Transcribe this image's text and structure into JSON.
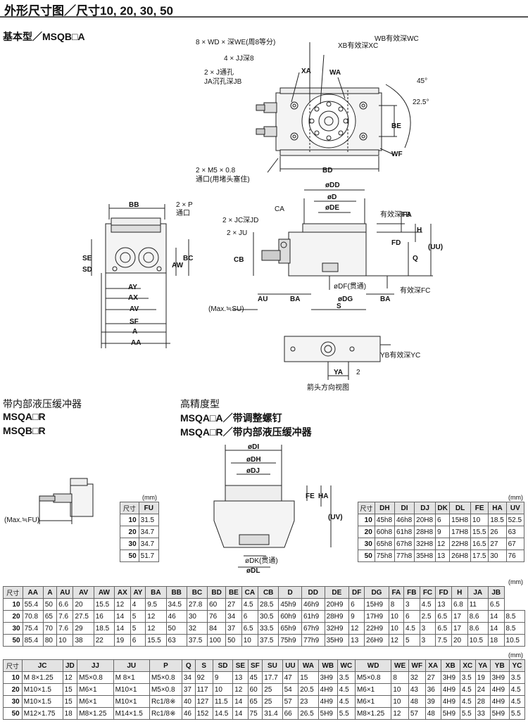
{
  "header": {
    "title": "外形尺寸图／尺寸10, 20, 30, 50"
  },
  "sections": {
    "basic": "基本型／MSQB□A",
    "buffer_title": "带内部液压缓冲器",
    "buffer_a": "MSQA□R",
    "buffer_b": "MSQB□R",
    "precision_title": "高精度型",
    "precision_a": "MSQA□A／带调整螺钉",
    "precision_b": "MSQA□R／带内部液压缓冲器"
  },
  "labels": {
    "wd": "8 × WD × 深WE(周8等分)",
    "jj": "4 × JJ深8",
    "j": "2 × J通孔",
    "ja": "JA沉孔深JB",
    "xa": "XA",
    "wa": "WA",
    "xb": "XB有效深XC",
    "wb": "WB有效深WC",
    "deg45": "45°",
    "deg225": "22.5°",
    "be": "BE",
    "wf": "WF",
    "bd": "BD",
    "m5": "2 × M5 × 0.8",
    "port": "通口(用堵头塞住)",
    "bb": "BB",
    "p2": "2 × P",
    "p_port": "通口",
    "sd": "SD",
    "se": "SE",
    "aw": "AW",
    "bc": "BC",
    "ay": "AY",
    "ax": "AX",
    "av": "AV",
    "sf": "SF",
    "a": "A",
    "aa": "AA",
    "dd": "øDD",
    "d": "øD",
    "de": "øDE",
    "fb": "有效深FB",
    "fa": "FA",
    "h": "H",
    "fd": "FD",
    "q": "Q",
    "uu": "(UU)",
    "fc": "有效深FC",
    "ca": "CA",
    "jc": "2 × JC深JD",
    "ju": "2 × JU",
    "cb": "CB",
    "au": "AU",
    "ba": "BA",
    "s": "S",
    "ba2": "BA",
    "df": "øDF(贯通)",
    "dg": "øDG",
    "max_su": "(Max.≒SU)",
    "ya": "YA",
    "two": "2",
    "yb": "YB有效深YC",
    "arrow_view": "箭头方向视图",
    "max_fu": "(Max.≒FU)",
    "di": "øDI",
    "dh": "øDH",
    "dj": "øDJ",
    "fe": "FE",
    "ha": "HA",
    "uv": "(UV)",
    "dk": "øDK(贯通)",
    "dl": "øDL"
  },
  "unit": "(mm)",
  "fu_table": {
    "headers": [
      "尺寸",
      "FU"
    ],
    "rows": [
      [
        "10",
        "31.5"
      ],
      [
        "20",
        "34.7"
      ],
      [
        "30",
        "34.7"
      ],
      [
        "50",
        "51.7"
      ]
    ]
  },
  "prec_table": {
    "headers": [
      "尺寸",
      "DH",
      "DI",
      "DJ",
      "DK",
      "DL",
      "FE",
      "HA",
      "UV"
    ],
    "rows": [
      [
        "10",
        "45h8",
        "46h8",
        "20H8",
        "6",
        "15H8",
        "10",
        "18.5",
        "52.5"
      ],
      [
        "20",
        "60h8",
        "61h8",
        "28H8",
        "9",
        "17H8",
        "15.5",
        "26",
        "63"
      ],
      [
        "30",
        "65h8",
        "67h8",
        "32H8",
        "12",
        "22H8",
        "16.5",
        "27",
        "67"
      ],
      [
        "50",
        "75h8",
        "77h8",
        "35H8",
        "13",
        "26H8",
        "17.5",
        "30",
        "76"
      ]
    ]
  },
  "main_table1": {
    "headers": [
      "尺寸",
      "AA",
      "A",
      "AU",
      "AV",
      "AW",
      "AX",
      "AY",
      "BA",
      "BB",
      "BC",
      "BD",
      "BE",
      "CA",
      "CB",
      "D",
      "DD",
      "DE",
      "DF",
      "DG",
      "FA",
      "FB",
      "FC",
      "FD",
      "H",
      "JA",
      "JB"
    ],
    "rows": [
      [
        "10",
        "55.4",
        "50",
        "6.6",
        "20",
        "15.5",
        "12",
        "4",
        "9.5",
        "34.5",
        "27.8",
        "60",
        "27",
        "4.5",
        "28.5",
        "45h9",
        "46h9",
        "20H9",
        "6",
        "15H9",
        "8",
        "3",
        "4.5",
        "13",
        "6.8",
        "11",
        "6.5"
      ],
      [
        "20",
        "70.8",
        "65",
        "7.6",
        "27.5",
        "16",
        "14",
        "5",
        "12",
        "46",
        "30",
        "76",
        "34",
        "6",
        "30.5",
        "60h9",
        "61h9",
        "28H9",
        "9",
        "17H9",
        "10",
        "6",
        "2.5",
        "6.5",
        "17",
        "8.6",
        "14",
        "8.5"
      ],
      [
        "30",
        "75.4",
        "70",
        "7.6",
        "29",
        "18.5",
        "14",
        "5",
        "12",
        "50",
        "32",
        "84",
        "37",
        "6.5",
        "33.5",
        "65h9",
        "67h9",
        "32H9",
        "12",
        "22H9",
        "10",
        "4.5",
        "3",
        "6.5",
        "17",
        "8.6",
        "14",
        "8.5"
      ],
      [
        "50",
        "85.4",
        "80",
        "10",
        "38",
        "22",
        "19",
        "6",
        "15.5",
        "63",
        "37.5",
        "100",
        "50",
        "10",
        "37.5",
        "75h9",
        "77h9",
        "35H9",
        "13",
        "26H9",
        "12",
        "5",
        "3",
        "7.5",
        "20",
        "10.5",
        "18",
        "10.5"
      ]
    ]
  },
  "main_table2": {
    "headers": [
      "尺寸",
      "JC",
      "JD",
      "JJ",
      "JU",
      "P",
      "Q",
      "S",
      "SD",
      "SE",
      "SF",
      "SU",
      "UU",
      "WA",
      "WB",
      "WC",
      "WD",
      "WE",
      "WF",
      "XA",
      "XB",
      "XC",
      "YA",
      "YB",
      "YC"
    ],
    "rows": [
      [
        "10",
        "M 8×1.25",
        "12",
        "M5×0.8",
        "M 8×1",
        "M5×0.8",
        "34",
        "92",
        "9",
        "13",
        "45",
        "17.7",
        "47",
        "15",
        "3H9",
        "3.5",
        "M5×0.8",
        "8",
        "32",
        "27",
        "3H9",
        "3.5",
        "19",
        "3H9",
        "3.5"
      ],
      [
        "20",
        "M10×1.5",
        "15",
        "M6×1",
        "M10×1",
        "M5×0.8",
        "37",
        "117",
        "10",
        "12",
        "60",
        "25",
        "54",
        "20.5",
        "4H9",
        "4.5",
        "M6×1",
        "10",
        "43",
        "36",
        "4H9",
        "4.5",
        "24",
        "4H9",
        "4.5"
      ],
      [
        "30",
        "M10×1.5",
        "15",
        "M6×1",
        "M10×1",
        "Rc1/8※",
        "40",
        "127",
        "11.5",
        "14",
        "65",
        "25",
        "57",
        "23",
        "4H9",
        "4.5",
        "M6×1",
        "10",
        "48",
        "39",
        "4H9",
        "4.5",
        "28",
        "4H9",
        "4.5"
      ],
      [
        "50",
        "M12×1.75",
        "18",
        "M8×1.25",
        "M14×1.5",
        "Rc1/8※",
        "46",
        "152",
        "14.5",
        "14",
        "75",
        "31.4",
        "66",
        "26.5",
        "5H9",
        "5.5",
        "M8×1.25",
        "12",
        "57",
        "48",
        "5H9",
        "5.5",
        "33",
        "5H9",
        "5.5"
      ]
    ]
  }
}
